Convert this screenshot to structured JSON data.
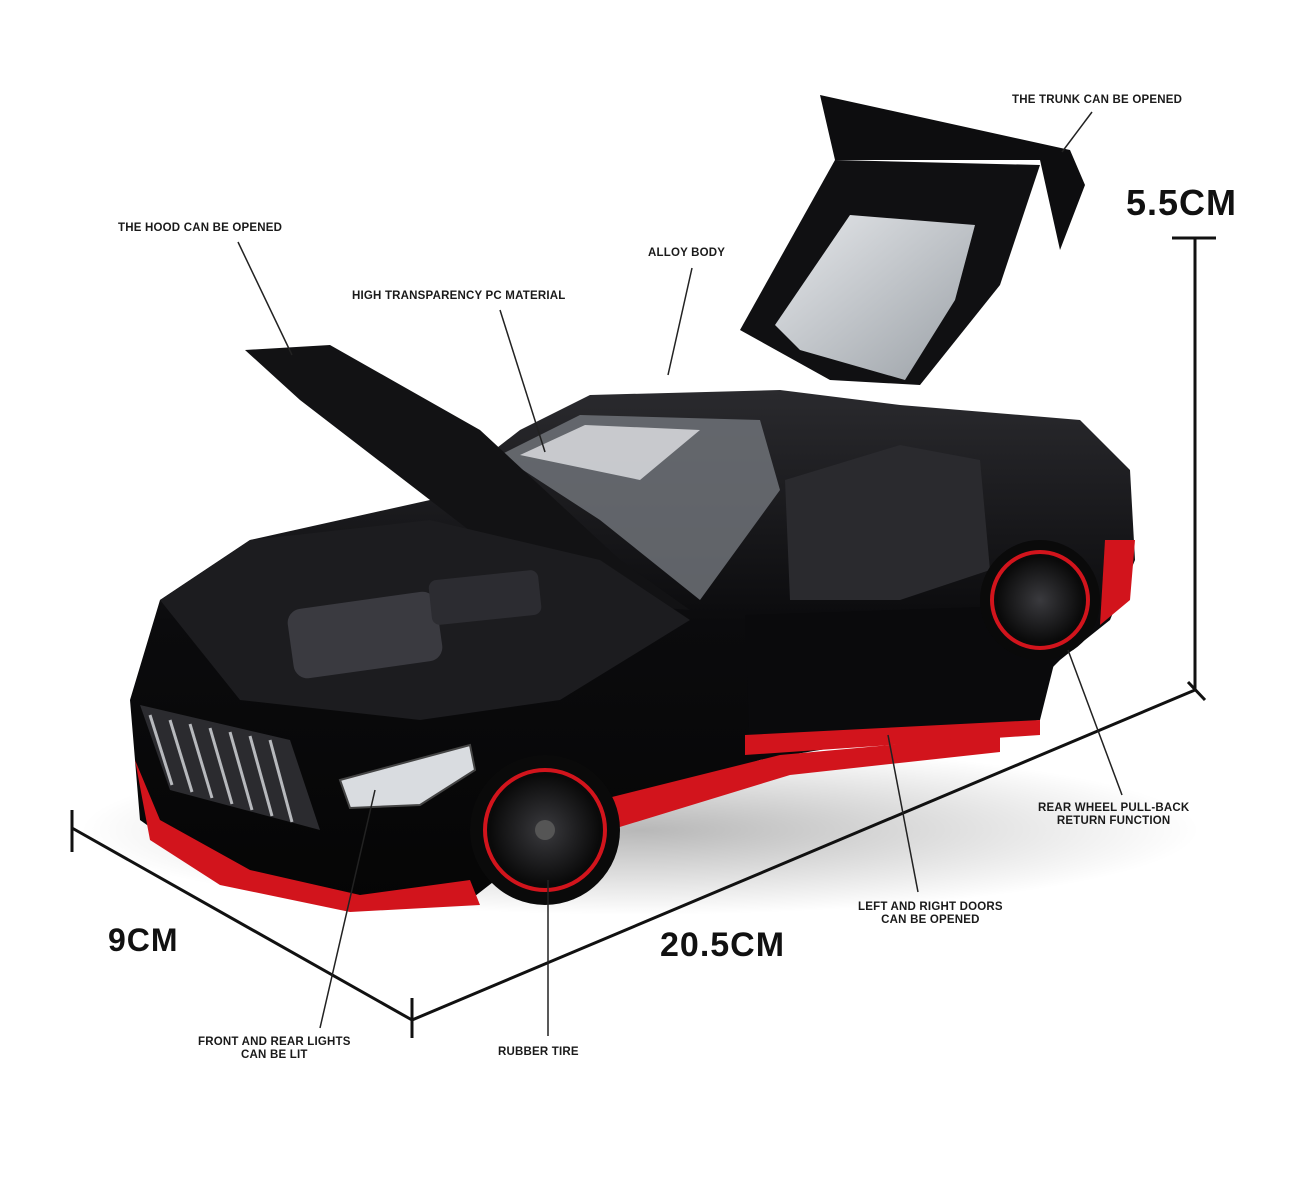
{
  "callouts": {
    "trunk": {
      "text": "THE TRUNK CAN BE OPENED"
    },
    "hood": {
      "text": "THE HOOD CAN BE OPENED"
    },
    "alloy": {
      "text": "ALLOY BODY"
    },
    "pc": {
      "text": "HIGH TRANSPARENCY PC MATERIAL"
    },
    "rear_wheel": {
      "line1": "REAR WHEEL PULL-BACK",
      "line2": "RETURN FUNCTION"
    },
    "doors": {
      "line1": "LEFT AND RIGHT DOORS",
      "line2": "CAN BE OPENED"
    },
    "lights": {
      "line1": "FRONT AND REAR LIGHTS",
      "line2": "CAN BE LIT"
    },
    "tire": {
      "text": "RUBBER TIRE"
    }
  },
  "dimensions": {
    "height": "5.5CM",
    "width": "9CM",
    "length": "20.5CM"
  },
  "colors": {
    "body": "#0b0b0d",
    "accent_red": "#d2141c",
    "glass": "#cfd2d6",
    "leader": "#222222",
    "background": "#ffffff"
  }
}
